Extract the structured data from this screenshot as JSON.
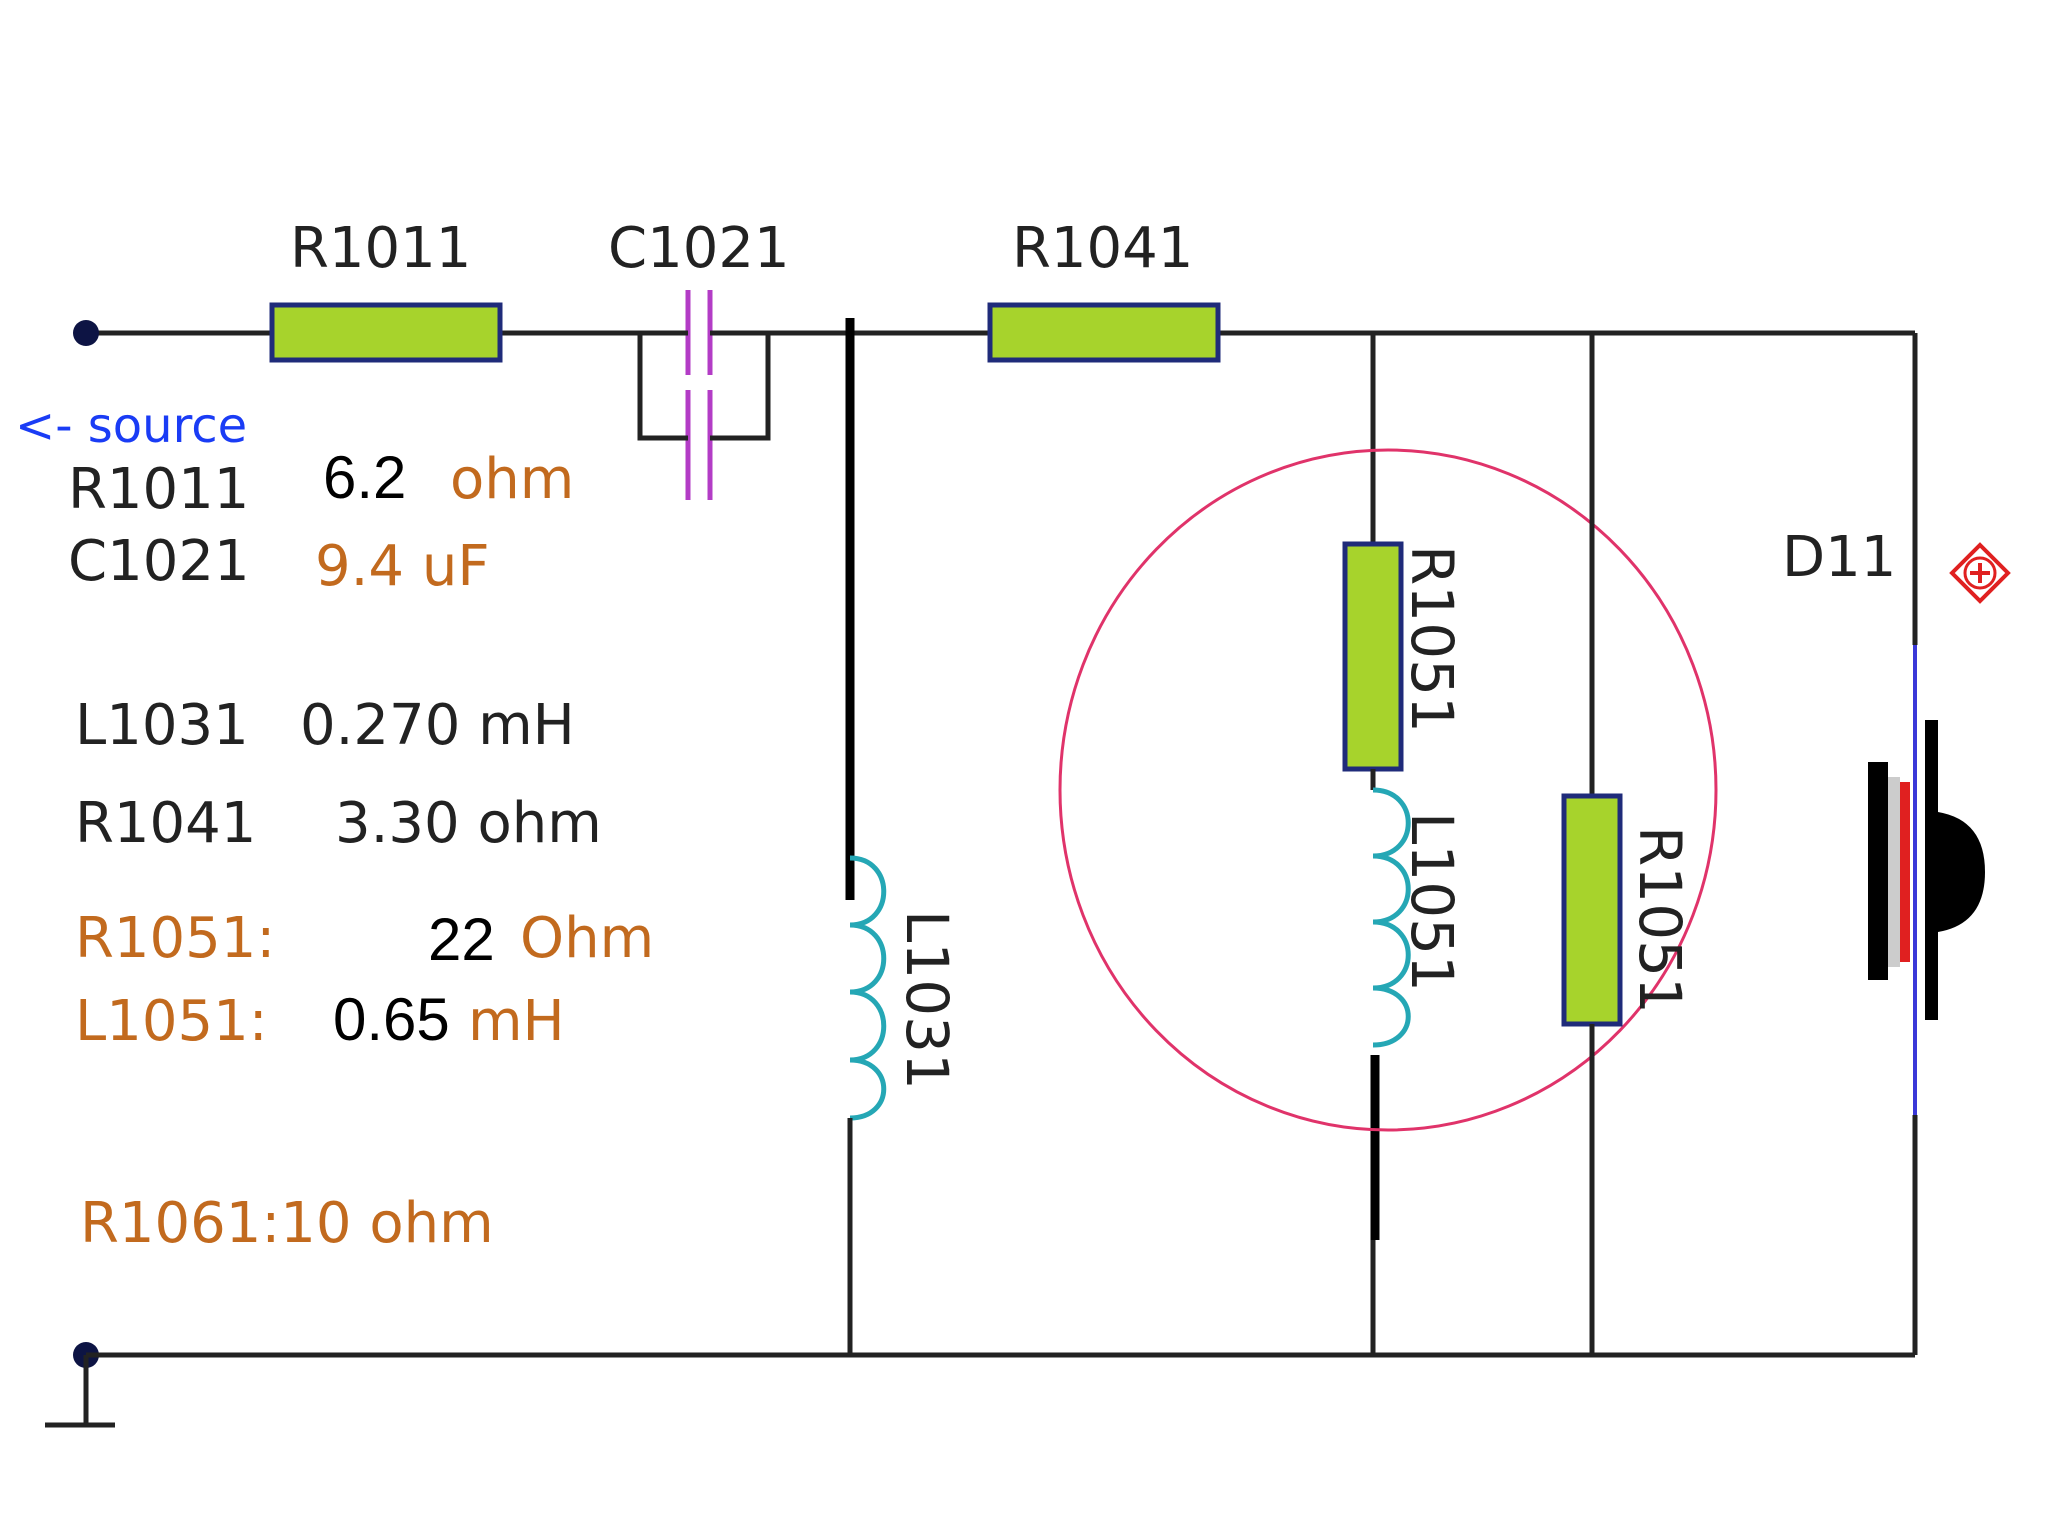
{
  "components": {
    "r1011": "R1011",
    "c1021": "C1021",
    "r1041": "R1041",
    "l1031": "L1031",
    "r1051_series": "R1051",
    "l1051": "L1051",
    "r1051_shunt": "R1051",
    "d11": "D11"
  },
  "source_label": "<- source",
  "values": {
    "r1011": {
      "name": "R1011",
      "num": "6.2",
      "unit": "ohm"
    },
    "c1021": {
      "name": "C1021",
      "value": "9.4 uF"
    },
    "l1031": {
      "name": "L1031",
      "value": "0.270 mH"
    },
    "r1041": {
      "name": "R1041",
      "value": "3.30 ohm"
    },
    "r1051": {
      "name": "R1051:",
      "num": "22",
      "unit": "Ohm"
    },
    "l1051": {
      "name": "L1051:",
      "num": "0.65",
      "unit": "mH"
    },
    "r1061": {
      "text": "R1061:10 ohm"
    }
  },
  "colors": {
    "resistor_fill": "#a7d32c",
    "resistor_stroke": "#1f2b7a",
    "inductor": "#25a7b5",
    "capacitor": "#b33cc6",
    "highlight_ellipse": "#e0336a",
    "source_text": "#1a3cf5",
    "polarity_mark": "#e02020"
  },
  "icons": {
    "polarity": "plus-in-diamond-icon",
    "ground": "ground-icon",
    "driver": "speaker-driver-icon"
  }
}
